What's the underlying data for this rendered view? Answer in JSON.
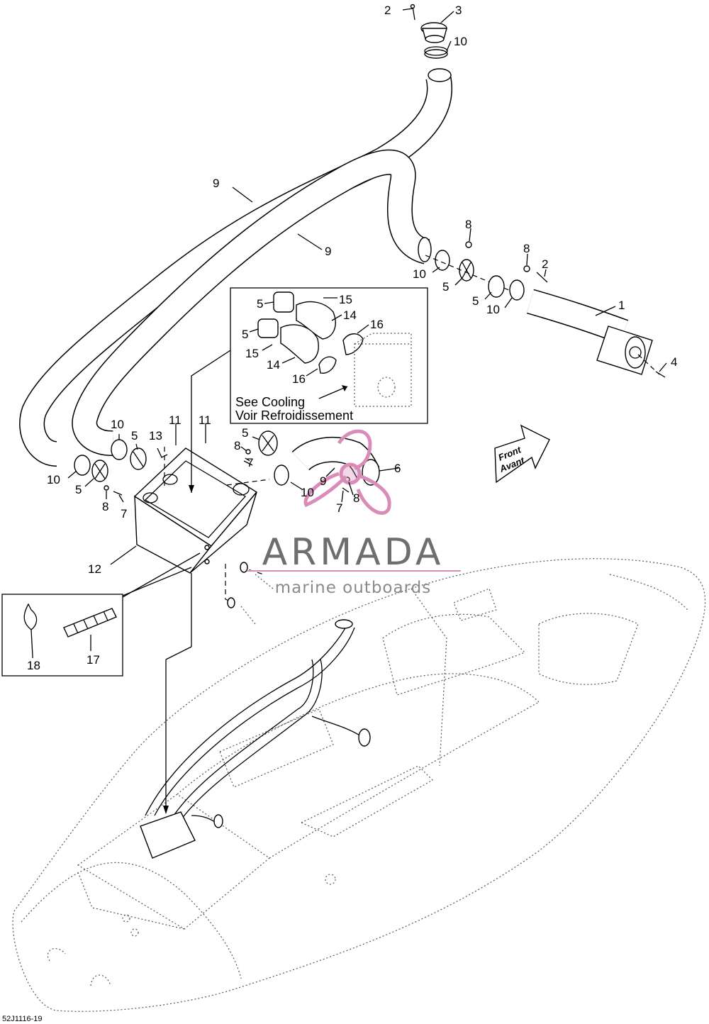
{
  "labels": {
    "l1": "1",
    "l2": "2",
    "l3": "3",
    "l4": "4",
    "l5": "5",
    "l6": "6",
    "l7": "7",
    "l8": "8",
    "l9": "9",
    "l10": "10",
    "l11": "11",
    "l12": "12",
    "l13": "13",
    "l14": "14",
    "l15": "15",
    "l16": "16",
    "l17": "17",
    "l18": "18"
  },
  "inset": {
    "see_cooling": "See Cooling",
    "voir_refroidissement": "Voir Refroidissement"
  },
  "front_arrow": {
    "front": "Front",
    "avant": "Avant"
  },
  "watermark": {
    "brand": "ARMADA",
    "tagline": "marine outboards",
    "color_pink": "#d98cb8",
    "color_gray": "#6e6e6e"
  },
  "diagram_code": "52J1116-19"
}
